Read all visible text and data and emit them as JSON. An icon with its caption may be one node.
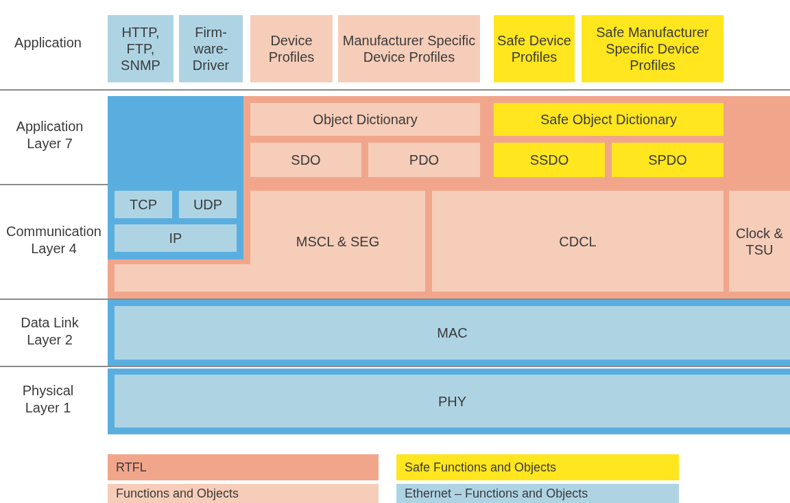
{
  "diagram": {
    "nodes": [
      {
        "text": [
          "HTTP, FTP, SNMP"
        ]
      },
      {
        "text": [
          "Firm- ware- Driver"
        ]
      },
      {
        "text": [
          "Device Profiles"
        ]
      },
      {
        "text": [
          "Manufacturer Specific Device Profiles"
        ]
      },
      {
        "text": [
          "Safe Device Profiles"
        ]
      },
      {
        "text": [
          "Safe Manufacturer Specific Device Profiles"
        ]
      },
      {
        "text": [],
        "shape": "box"
      },
      {
        "text": [],
        "shape": "box",
        "in": 6
      },
      {
        "text": [
          "Object Dictionary"
        ],
        "in": 6
      },
      {
        "text": [
          "SDO"
        ],
        "in": 6
      },
      {
        "text": [
          "PDO"
        ],
        "in": 6
      },
      {
        "text": [
          "Safe Object Dictionary"
        ],
        "in": 6
      },
      {
        "text": [
          "SSDO"
        ],
        "in": 6
      },
      {
        "text": [
          "SPDO"
        ],
        "in": 6
      },
      {
        "text": [
          "TCP"
        ],
        "in": 7
      },
      {
        "text": [
          "UDP"
        ],
        "in": 7
      },
      {
        "text": [
          "IP"
        ],
        "in": 7
      },
      {
        "text": [
          "MSCL & SEG"
        ],
        "in": 6
      },
      {
        "text": [
          "CDCL"
        ],
        "in": 6
      },
      {
        "text": [
          "Clock & TSU"
        ],
        "in": 6
      },
      {
        "text": [],
        "shape": "box"
      },
      {
        "text": [
          "MAC"
        ],
        "in": 20
      },
      {
        "text": [],
        "shape": "box"
      },
      {
        "text": [
          "PHY"
        ],
        "in": 22
      }
    ],
    "edges": [],
    "labels": [
      "Application",
      "Application Layer 7",
      "Communication Layer 4",
      "Data Link Layer 2",
      "Physical Layer 1"
    ],
    "legend": [
      {
        "text": "RTFL",
        "color": "#f1a68b"
      },
      {
        "text": "Safe Functions and Objects",
        "color": "#ffe61e"
      },
      {
        "text": "Functions and Objects",
        "color": "#f6cdb9"
      },
      {
        "text": "Ethernet – Functions and Objects",
        "color": "#aed4e4"
      }
    ]
  }
}
